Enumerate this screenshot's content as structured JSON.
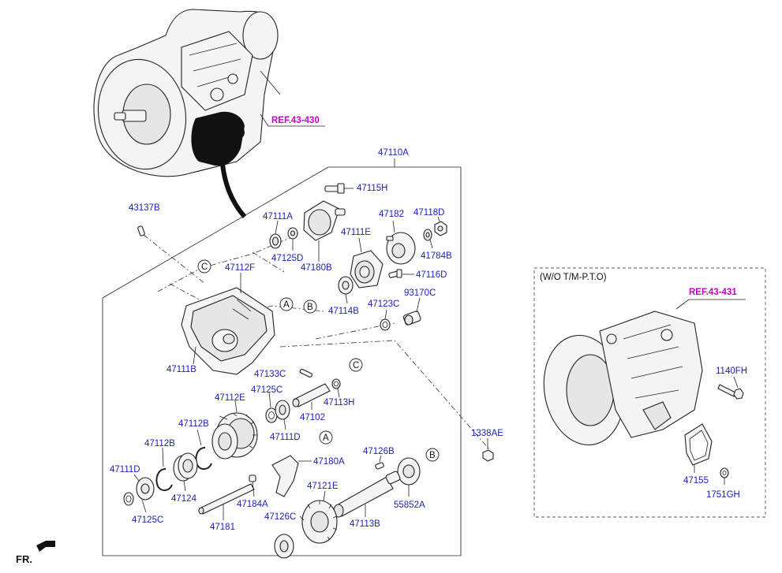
{
  "labels": {
    "l47110A": "47110A",
    "l47115H": "47115H",
    "l43137B": "43137B",
    "l47111A": "47111A",
    "l47182": "47182",
    "l47118D": "47118D",
    "l47111E": "47111E",
    "l47125D": "47125D",
    "l47180B": "47180B",
    "l41784B": "41784B",
    "l47112F": "47112F",
    "l47116D": "47116D",
    "l93170C": "93170C",
    "l47114B": "47114B",
    "l47123C": "47123C",
    "l47111B": "47111B",
    "l47133C": "47133C",
    "l47113H": "47113H",
    "l47112E": "47112E",
    "l47125C_a": "47125C",
    "l47102": "47102",
    "l47111D_a": "47111D",
    "l47112B_a": "47112B",
    "l1338AE": "1338AE",
    "l47112B_b": "47112B",
    "l47126B": "47126B",
    "l47180A": "47180A",
    "l47111D_b": "47111D",
    "l47124": "47124",
    "l47121E": "47121E",
    "l55852A": "55852A",
    "l47184A": "47184A",
    "l47125C_b": "47125C",
    "l47126C": "47126C",
    "l47113B": "47113B",
    "l47181": "47181",
    "l1140FH": "1140FH",
    "l47155": "47155",
    "l1751GH": "1751GH"
  },
  "references": {
    "ref_top": "REF.43-430",
    "ref_right": "REF.43-431"
  },
  "markers": {
    "A": "A",
    "B": "B",
    "C": "C"
  },
  "variant_box": {
    "title": "(W/O T/M-P.T.O)"
  },
  "direction": {
    "label": "FR."
  },
  "colors": {
    "part_number": "#1e22b8",
    "reference": "#c800c8",
    "line": "#222222"
  }
}
